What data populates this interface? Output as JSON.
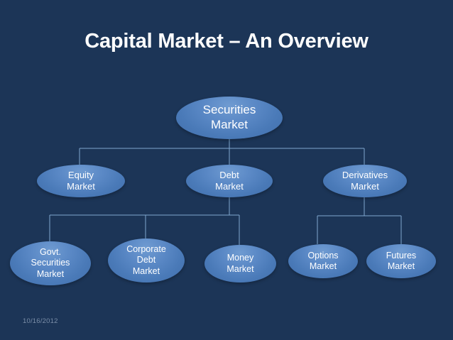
{
  "slide": {
    "title": "Capital Market – An Overview",
    "date": "10/16/2012",
    "background_color": "#1c3557",
    "node_color": "#4a7ab8",
    "connector_color": "#7fa8cf",
    "title_color": "#ffffff"
  },
  "diagram": {
    "type": "organization-chart",
    "root": {
      "id": "securities-market",
      "label": "Securities Market",
      "lines": [
        "Securities",
        "Market"
      ]
    },
    "level2": [
      {
        "id": "equity-market",
        "label": "Equity Market",
        "lines": [
          "Equity",
          "Market"
        ]
      },
      {
        "id": "debt-market",
        "label": "Debt Market",
        "lines": [
          "Debt",
          "Market"
        ]
      },
      {
        "id": "derivatives-market",
        "label": "Derivatives Market",
        "lines": [
          "Derivatives",
          "Market"
        ]
      }
    ],
    "level3": [
      {
        "id": "govt-securities-market",
        "label": "Govt. Securities Market",
        "lines": [
          "Govt.",
          "Securities",
          "Market"
        ],
        "parent": "debt-market"
      },
      {
        "id": "corporate-debt-market",
        "label": "Corporate Debt Market",
        "lines": [
          "Corporate",
          "Debt",
          "Market"
        ],
        "parent": "debt-market"
      },
      {
        "id": "money-market",
        "label": "Money Market",
        "lines": [
          "Money",
          "Market"
        ],
        "parent": "debt-market"
      },
      {
        "id": "options-market",
        "label": "Options Market",
        "lines": [
          "Options",
          "Market"
        ],
        "parent": "derivatives-market"
      },
      {
        "id": "futures-market",
        "label": "Futures Market",
        "lines": [
          "Futures",
          "Market"
        ],
        "parent": "derivatives-market"
      }
    ]
  }
}
